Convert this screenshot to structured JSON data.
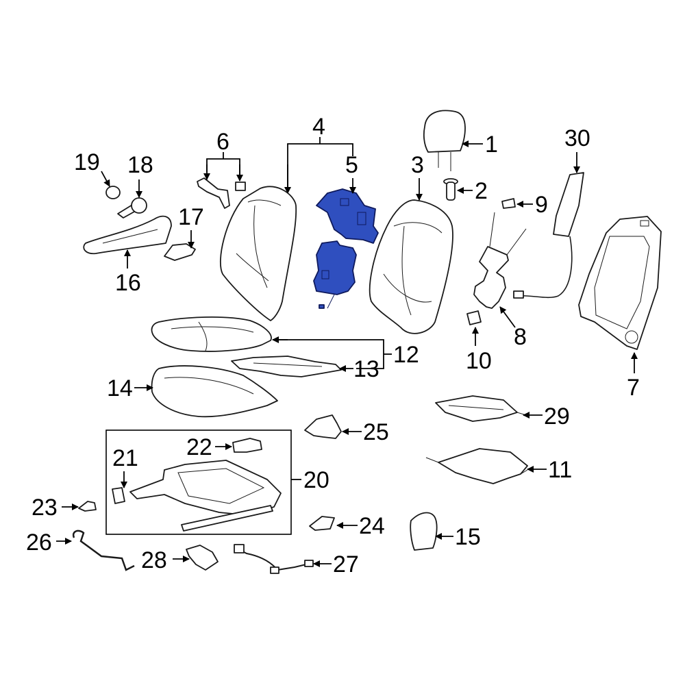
{
  "colors": {
    "highlight": "#2f4fbf",
    "line": "#1a1a1a",
    "background": "#ffffff"
  },
  "callouts": {
    "c1": "1",
    "c2": "2",
    "c3": "3",
    "c4": "4",
    "c5": "5",
    "c6": "6",
    "c7": "7",
    "c8": "8",
    "c9": "9",
    "c10": "10",
    "c11": "11",
    "c12": "12",
    "c13": "13",
    "c14": "14",
    "c15": "15",
    "c16": "16",
    "c17": "17",
    "c18": "18",
    "c19": "19",
    "c20": "20",
    "c21": "21",
    "c22": "22",
    "c23": "23",
    "c24": "24",
    "c25": "25",
    "c26": "26",
    "c27": "27",
    "c28": "28",
    "c29": "29",
    "c30": "30"
  }
}
